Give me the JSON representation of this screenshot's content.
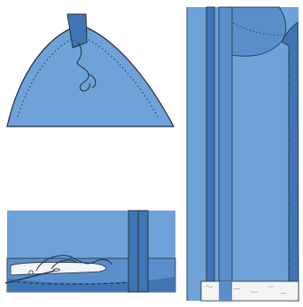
{
  "figure": {
    "panels": [
      {
        "name": "pointed-facing-with-thread"
      },
      {
        "name": "hem-with-needle-and-thread"
      },
      {
        "name": "tall-garment-side-view"
      }
    ],
    "colors": {
      "fabric_light": "#6fa2d8",
      "fabric_mid": "#5a8fcb",
      "fabric_dark": "#3f75b4",
      "outline": "#1f2d3a",
      "white_patch": "#f4f4f4",
      "background": "#ffffff"
    }
  }
}
